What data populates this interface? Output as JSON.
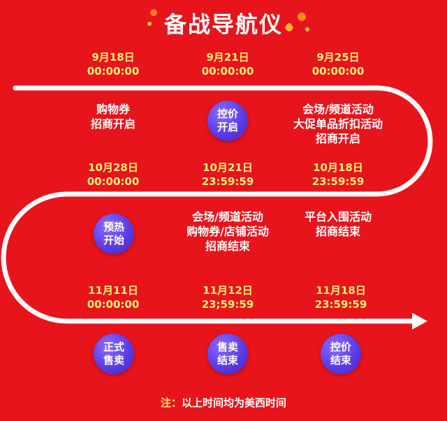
{
  "title": "备战导航仪",
  "row1": {
    "dates": [
      {
        "day": "9月18日",
        "time": "00:00:00"
      },
      {
        "day": "9月21日",
        "time": "00:00:00"
      },
      {
        "day": "9月25日",
        "time": "00:00:00"
      }
    ],
    "items": [
      {
        "line1": "购物券",
        "line2": "招商开启"
      },
      {
        "badge1": "控价",
        "badge2": "开启"
      },
      {
        "line1": "会场/频道活动",
        "line2": "大促单品折扣活动",
        "line3": "招商开启"
      }
    ]
  },
  "row2": {
    "dates": [
      {
        "day": "10月28日",
        "time": "00:00:00"
      },
      {
        "day": "10月21日",
        "time": "23:59:59"
      },
      {
        "day": "10月18日",
        "time": "23:59:59"
      }
    ],
    "items": [
      {
        "badge1": "预热",
        "badge2": "开始"
      },
      {
        "line1": "会场/频道活动",
        "line2": "购物券/店铺活动",
        "line3": "招商结束"
      },
      {
        "line1": "平台入围活动",
        "line2": "招商结束"
      }
    ]
  },
  "row3": {
    "dates": [
      {
        "day": "11月11日",
        "time": "00:00:00"
      },
      {
        "day": "11月12日",
        "time": "23;59:59"
      },
      {
        "day": "11月18日",
        "time": "23:59:59"
      }
    ],
    "items": [
      {
        "badge1": "正式",
        "badge2": "售卖"
      },
      {
        "badge1": "售卖",
        "badge2": "结束"
      },
      {
        "badge1": "控价",
        "badge2": "结束"
      }
    ]
  },
  "note": {
    "prefix": "注：",
    "text": "以上时间均为美西时间"
  },
  "colors": {
    "background": "#e8141b",
    "date": "#fff07a",
    "badge": "#5b3ce6",
    "track": "#ffffff"
  }
}
